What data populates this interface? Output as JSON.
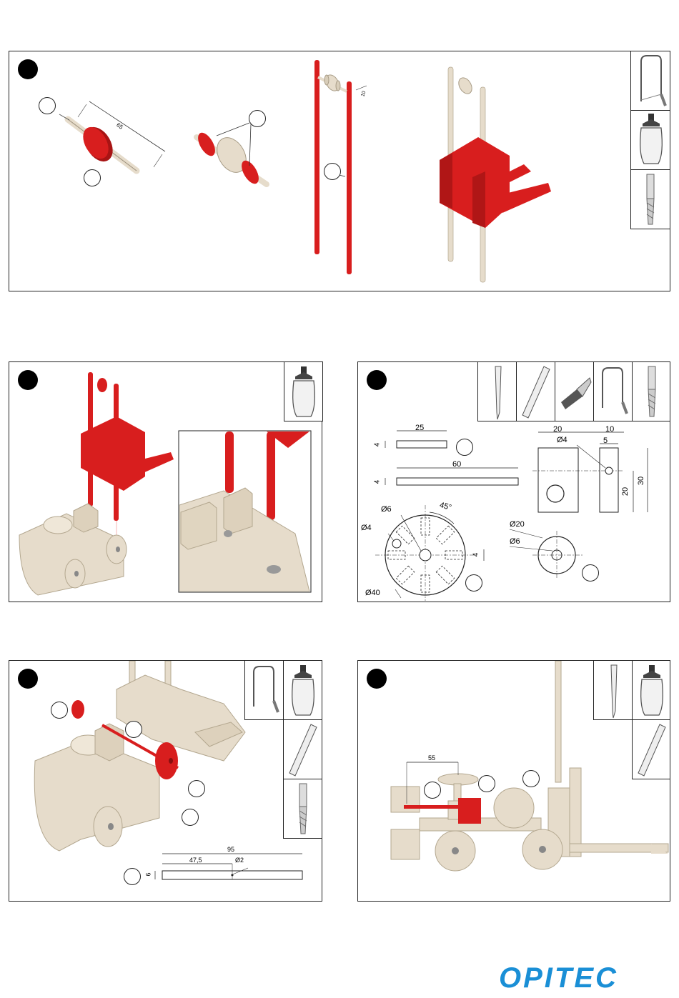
{
  "brand": {
    "logo_text": "OPITEC",
    "color": "#1a8fd6"
  },
  "colors": {
    "red_part": "#d81e1e",
    "wood": "#e6dccb",
    "wood_dark": "#c9bca4"
  },
  "panel1": {
    "dim_axle": "65",
    "dim_small": "10",
    "tools": [
      "fretsaw-icon",
      "glue-bottle-icon",
      "drill-bit-icon"
    ]
  },
  "panel2": {
    "tools": [
      "glue-bottle-icon"
    ]
  },
  "panel3": {
    "dims": {
      "strip1_len": "25",
      "strip1_th": "4",
      "strip2_len": "60",
      "strip2_th": "4",
      "block_w": "20",
      "block_gap": "10",
      "block_off": "5",
      "block_hole": "Ø4",
      "block_h1": "20",
      "block_h2": "30",
      "disc_hole_small": "Ø6",
      "disc_hole_outer": "Ø4",
      "disc_angle": "45°",
      "disc_dia": "Ø40",
      "disc_slot": "4",
      "washer_outer": "Ø20",
      "washer_inner": "Ø6"
    },
    "tools": [
      "pencil-icon",
      "ruler-icon",
      "cutter-knife-icon",
      "fretsaw-icon",
      "drill-bit-icon"
    ]
  },
  "panel4": {
    "dims": {
      "rod_len": "95",
      "rod_half": "47,5",
      "rod_hole": "Ø2",
      "rod_th": "6"
    },
    "tools": [
      "fretsaw-icon",
      "glue-bottle-icon",
      "ruler-icon",
      "drill-bit-icon"
    ]
  },
  "panel5": {
    "dims": {
      "seat_offset": "55"
    },
    "tools": [
      "pencil-icon",
      "glue-bottle-icon",
      "ruler-icon"
    ]
  }
}
